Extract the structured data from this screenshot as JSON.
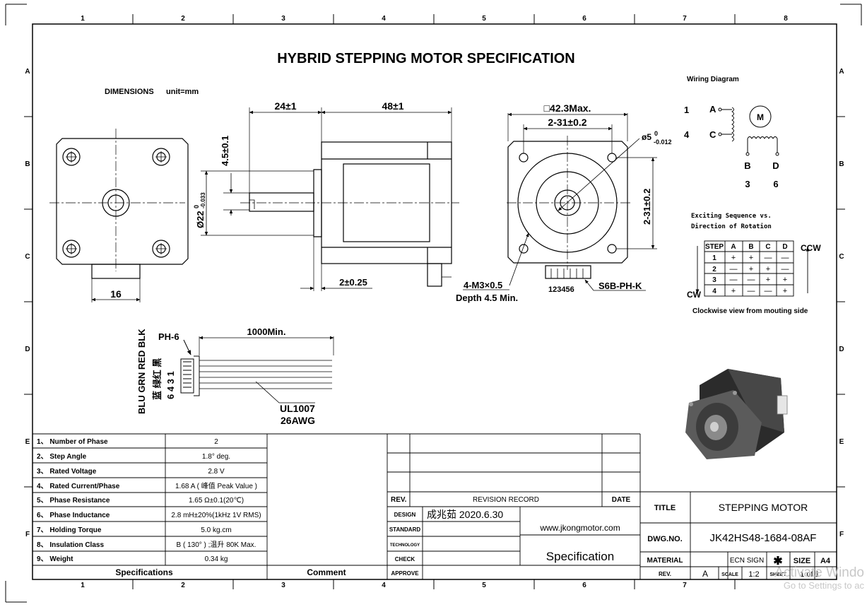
{
  "title": "HYBRID STEPPING MOTOR SPECIFICATION",
  "grid": {
    "columns": [
      "1",
      "2",
      "3",
      "4",
      "5",
      "6",
      "7",
      "8"
    ],
    "rows": [
      "A",
      "B",
      "C",
      "D",
      "E",
      "F"
    ]
  },
  "dimensions": {
    "label": "DIMENSIONS",
    "unit": "unit=mm",
    "shaft_length": "24±1",
    "body_length": "48±1",
    "flat_depth": "4.5±0.1",
    "pilot_diameter": "Ø22",
    "pilot_tol_upper": "0",
    "pilot_tol_lower": "-0.033",
    "flange_thickness": "2±0.25",
    "connector_width": "16",
    "square": "□42.3Max.",
    "hole_spacing_x": "2-31±0.2",
    "hole_spacing_y": "2-31±0.2",
    "shaft_diameter": "ø5",
    "shaft_tol_upper": "0",
    "shaft_tol_lower": "-0.012",
    "mount_thread": "4-M3×0.5",
    "thread_depth": "Depth 4.5 Min.",
    "connector_model": "S6B-PH-K",
    "connector_pins": "123456"
  },
  "wiring": {
    "title": "Wiring Diagram",
    "pin_1": "1",
    "pin_4": "4",
    "pin_3": "3",
    "pin_6": "6",
    "a": "A",
    "c": "C",
    "b": "B",
    "d": "D",
    "motor": "M"
  },
  "sequence": {
    "title_line1": "Exciting Sequence vs.",
    "title_line2": "Direction of Rotation",
    "headers": [
      "STEP",
      "A",
      "B",
      "C",
      "D"
    ],
    "rows": [
      [
        "1",
        "+",
        "+",
        "—",
        "—"
      ],
      [
        "2",
        "—",
        "+",
        "+",
        "—"
      ],
      [
        "3",
        "—",
        "—",
        "+",
        "+"
      ],
      [
        "4",
        "+",
        "—",
        "—",
        "+"
      ]
    ],
    "ccw": "CCW",
    "cw": "CW",
    "note": "Clockwise view from mouting side"
  },
  "cable": {
    "connector": "PH-6",
    "length": "1000Min.",
    "colors_en": "BLU GRN RED BLK",
    "colors_cn": "蓝 绿红 黑",
    "pins": "6 4 3 1",
    "wire_type": "UL1007",
    "gauge": "26AWG"
  },
  "specifications": {
    "rows": [
      {
        "label": "1、 Number of Phase",
        "value": "2"
      },
      {
        "label": "2、 Step Angle",
        "value": "1.8° deg."
      },
      {
        "label": "3、 Rated Voltage",
        "value": "2.8 V"
      },
      {
        "label": "4、 Rated Current/Phase",
        "value": "1.68 A ( 峰值 Peak Value )"
      },
      {
        "label": "5、 Phase Resistance",
        "value": "1.65 Ω±0.1(20℃)"
      },
      {
        "label": "6、 Phase Inductance",
        "value": "2.8 mH±20%(1kHz 1V RMS)"
      },
      {
        "label": "7、 Holding Torque",
        "value": "5.0 kg.cm"
      },
      {
        "label": "8、 Insulation Class",
        "value": "B ( 130° ) ;温升 80K Max."
      },
      {
        "label": "9、 Weight",
        "value": "0.34 kg"
      }
    ],
    "footer": "Specifications",
    "comment": "Comment"
  },
  "revision": {
    "rev": "REV.",
    "record": "REVISION RECORD",
    "date": "DATE"
  },
  "approval": {
    "design": "DESIGN",
    "design_value": "成兆茹 2020.6.30",
    "standard": "STANDARD",
    "technology": "TECHNOLOGY",
    "check": "CHECK",
    "approve": "APPROVE",
    "website": "www.jkongmotor.com",
    "doc_type": "Specification"
  },
  "title_block": {
    "title_label": "TITLE",
    "title_value": "STEPPING MOTOR",
    "dwg_label": "DWG.NO.",
    "dwg_value": "JK42HS48-1684-08AF",
    "material_label": "MATERIAL",
    "ecn_sign": "ECN SIGN",
    "size_label": "SIZE",
    "size_value": "A4",
    "rev_label": "REV.",
    "rev_value": "A",
    "scale_label": "SCALE",
    "scale_value": "1:2",
    "sheet_label": "SHEET",
    "sheet_value": "1 of 1"
  },
  "watermark": {
    "line1": "Activate Windo",
    "line2": "Go to Settings to ac"
  }
}
